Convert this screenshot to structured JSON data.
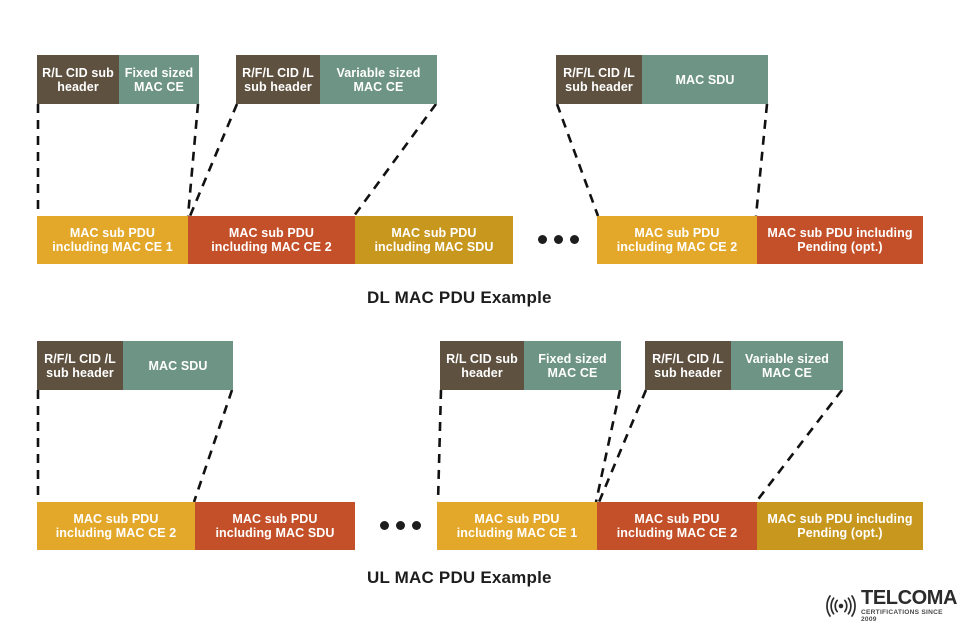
{
  "diagram": {
    "title_dl": "DL MAC PDU Example",
    "title_ul": "UL MAC PDU Example",
    "colors": {
      "sub_header_brown": "#5f5140",
      "mac_ce_green": "#6d9484",
      "pdu_yellow": "#e3a829",
      "pdu_gold": "#c8971e",
      "pdu_rust": "#c4502a",
      "connector_line": "#111111",
      "text_on_fill": "#ffffff",
      "caption_text": "#1d1d1d",
      "background": "#ffffff"
    },
    "ellipsis": "•••"
  },
  "dl_section": {
    "caption": "DL MAC PDU Example",
    "detail_groups": [
      {
        "header": "R/L CID sub\nheader",
        "payload": "Fixed sized\nMAC CE"
      },
      {
        "header": "R/F/L CID /L\nsub header",
        "payload": "Variable sized\nMAC CE"
      },
      {
        "header": "R/F/L CID /L\nsub header",
        "payload": "MAC SDU"
      }
    ],
    "pdu_left": [
      {
        "label": "MAC sub PDU\nincluding MAC CE 1",
        "color": "pdu-yellow"
      },
      {
        "label": "MAC sub PDU\nincluding MAC CE 2",
        "color": "pdu-rust"
      },
      {
        "label": "MAC sub PDU\nincluding MAC SDU",
        "color": "pdu-gold"
      }
    ],
    "pdu_right": [
      {
        "label": "MAC sub PDU\nincluding MAC CE 2",
        "color": "pdu-yellow"
      },
      {
        "label": "MAC sub PDU including\nPending (opt.)",
        "color": "pdu-rust"
      }
    ]
  },
  "ul_section": {
    "caption": "UL MAC PDU Example",
    "detail_groups": [
      {
        "header": "R/F/L CID /L\nsub header",
        "payload": "MAC SDU"
      },
      {
        "header": "R/L CID sub\nheader",
        "payload": "Fixed sized\nMAC CE"
      },
      {
        "header": "R/F/L CID /L\nsub header",
        "payload": "Variable sized\nMAC CE"
      }
    ],
    "pdu_left": [
      {
        "label": "MAC sub PDU\nincluding MAC CE 2",
        "color": "pdu-yellow"
      },
      {
        "label": "MAC sub PDU\nincluding MAC SDU",
        "color": "pdu-rust"
      }
    ],
    "pdu_right": [
      {
        "label": "MAC sub PDU\nincluding MAC CE 1",
        "color": "pdu-yellow"
      },
      {
        "label": "MAC sub PDU\nincluding MAC CE 2",
        "color": "pdu-rust"
      },
      {
        "label": "MAC sub PDU including\nPending (opt.)",
        "color": "pdu-gold"
      }
    ]
  },
  "logo": {
    "brand": "TELCOMA",
    "tagline": "CERTIFICATIONS SINCE 2009",
    "icon": "wifi-signal-icon"
  }
}
